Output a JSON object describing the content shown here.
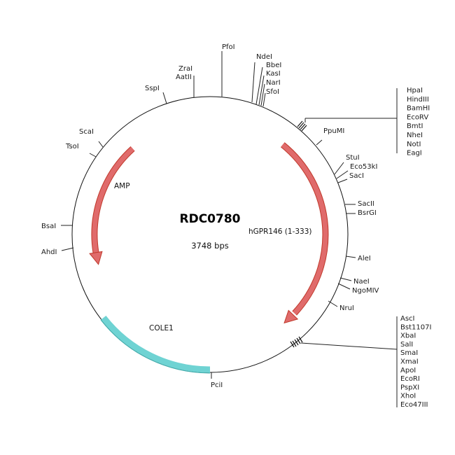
{
  "plasmid": {
    "name": "RDC0780",
    "size_label": "3748 bps"
  },
  "features": {
    "amp": {
      "label": "AMP",
      "color": "#e06b6b"
    },
    "insert": {
      "label": "hGPR146 (1-333)",
      "color": "#e06b6b"
    },
    "cole1": {
      "label": "COLE1",
      "color": "#6fd3d3"
    }
  },
  "sites": {
    "ndei": "NdeI",
    "bbei": "BbeI",
    "kasi": "KasI",
    "nari": "NarI",
    "sfoi": "SfoI",
    "pfoi": "PfoI",
    "zrai": "ZraI",
    "aatii": "AatII",
    "sspi": "SspI",
    "scai": "ScaI",
    "tsoi": "TsoI",
    "bsai": "BsaI",
    "ahdi": "AhdI",
    "ppumi": "PpuMI",
    "stui": "StuI",
    "eco53ki": "Eco53kI",
    "saci": "SacI",
    "sacii": "SacII",
    "bsrgi": "BsrGI",
    "alei": "AleI",
    "naei": "NaeI",
    "ngomiv": "NgoMIV",
    "nrui": "NruI",
    "pcii": "PciI"
  },
  "mcs_top": [
    "HpaI",
    "HindIII",
    "BamHI",
    "EcoRV",
    "BmtI",
    "NheI",
    "NotI",
    "EagI"
  ],
  "mcs_bottom": [
    "AscI",
    "Bst1107I",
    "XbaI",
    "SalI",
    "SmaI",
    "XmaI",
    "ApoI",
    "EcoRI",
    "PspXI",
    "XhoI",
    "Eco47III"
  ]
}
